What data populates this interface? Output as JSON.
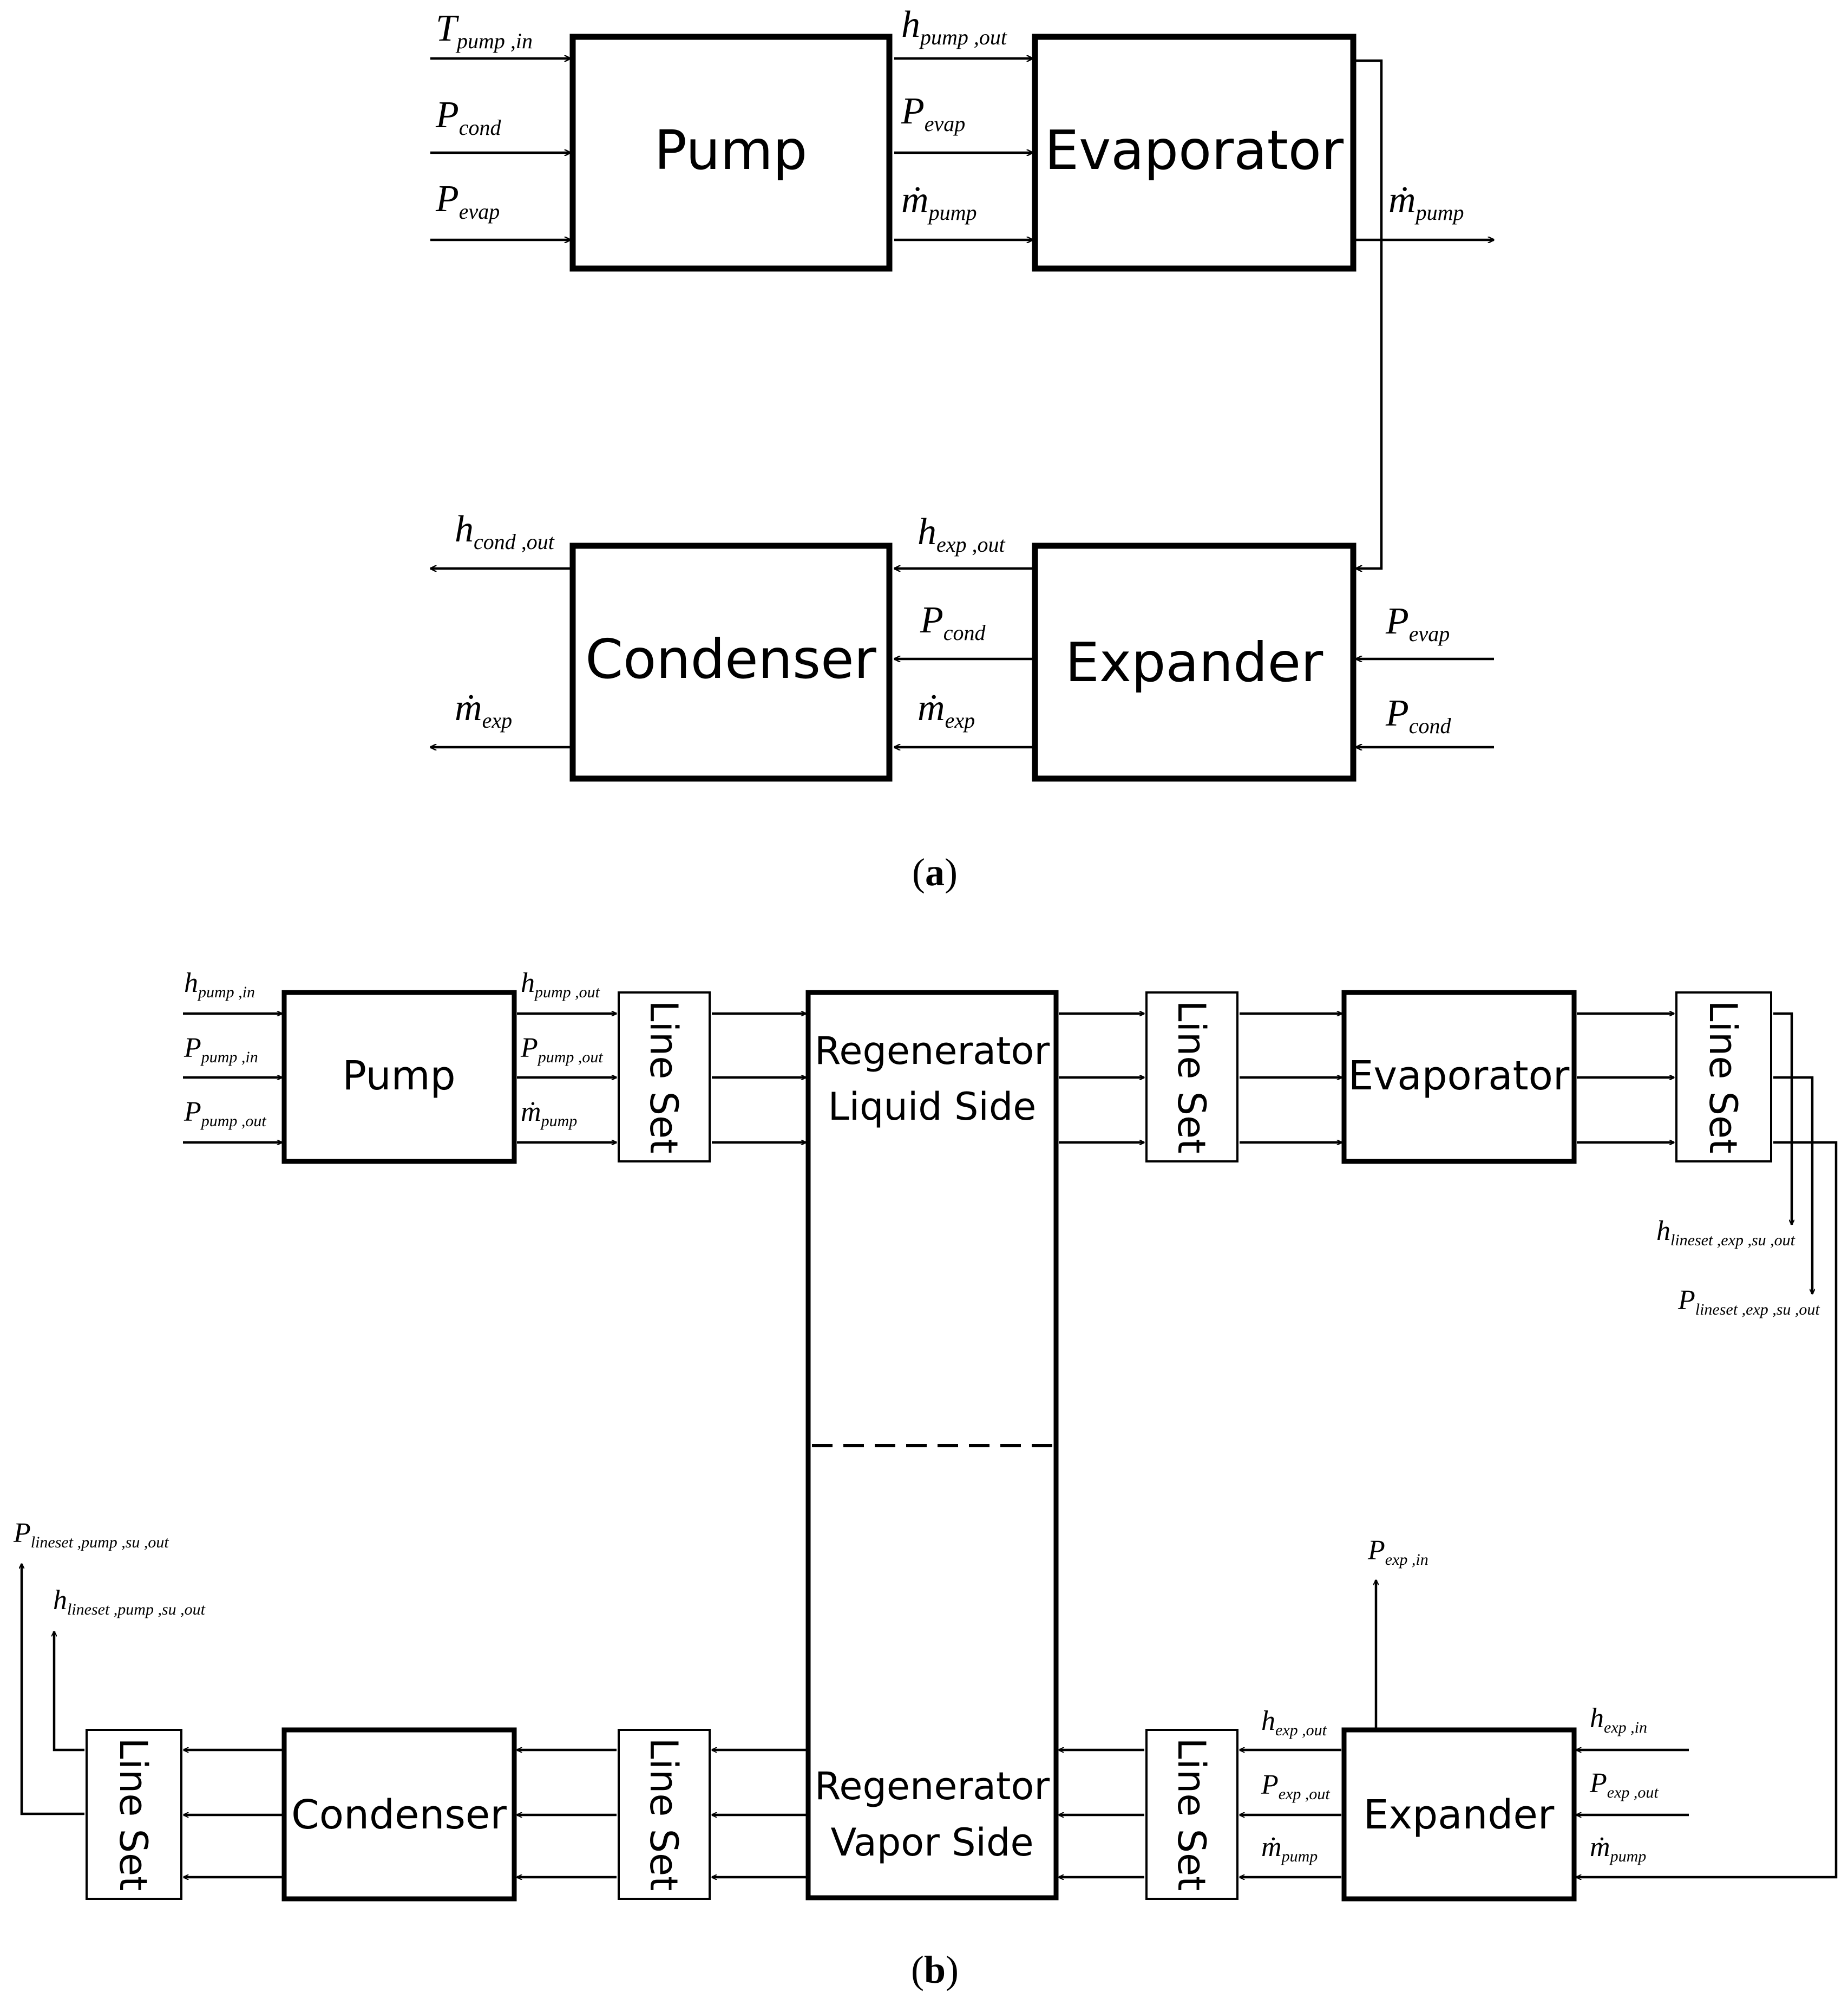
{
  "panel_a": {
    "caption_open": "(",
    "caption_letter": "a",
    "caption_close": ")",
    "pump": "Pump",
    "evaporator": "Evaporator",
    "condenser": "Condenser",
    "expander": "Expander",
    "in_1": {
      "main": "T",
      "sub": "pump ,in"
    },
    "in_2": {
      "main": "P",
      "sub": "cond"
    },
    "in_3": {
      "main": "P",
      "sub": "evap"
    },
    "mid_1": {
      "main": "h",
      "sub": "pump ,out"
    },
    "mid_2": {
      "main": "P",
      "sub": "evap"
    },
    "mid_3": {
      "main": "ṁ",
      "sub": "pump"
    },
    "evap_out": {
      "main": "ṁ",
      "sub": "pump"
    },
    "exp_in_1": {
      "main": "P",
      "sub": "evap"
    },
    "exp_in_2": {
      "main": "P",
      "sub": "cond"
    },
    "lower_1": {
      "main": "h",
      "sub": "exp ,out"
    },
    "lower_2": {
      "main": "P",
      "sub": "cond"
    },
    "lower_3": {
      "main": "ṁ",
      "sub": "exp"
    },
    "cond_out_1": {
      "main": "h",
      "sub": "cond ,out"
    },
    "cond_out_2": {
      "main": "ṁ",
      "sub": "exp"
    }
  },
  "panel_b": {
    "caption_open": "(",
    "caption_letter": "b",
    "caption_close": ")",
    "pump": "Pump",
    "line_set": "Line Set",
    "regen_liquid_1": "Regenerator",
    "regen_liquid_2": "Liquid Side",
    "regen_vapor_1": "Regenerator",
    "regen_vapor_2": "Vapor Side",
    "evaporator": "Evaporator",
    "expander": "Expander",
    "condenser": "Condenser",
    "pump_in_1": {
      "main": "h",
      "sub": "pump ,in"
    },
    "pump_in_2": {
      "main": "P",
      "sub": "pump ,in"
    },
    "pump_in_3": {
      "main": "P",
      "sub": "pump ,out"
    },
    "pump_out_1": {
      "main": "h",
      "sub": "pump ,out"
    },
    "pump_out_2": {
      "main": "P",
      "sub": "pump ,out"
    },
    "pump_out_3": {
      "main": "ṁ",
      "sub": "pump"
    },
    "ls3_out_1": {
      "main": "h",
      "sub": "lineset ,exp ,su ,out"
    },
    "ls3_out_2": {
      "main": "P",
      "sub": "lineset ,exp ,su ,out"
    },
    "exp_out_top": {
      "main": "P",
      "sub": "exp ,in"
    },
    "exp_in_1": {
      "main": "h",
      "sub": "exp ,in"
    },
    "exp_in_2": {
      "main": "P",
      "sub": "exp ,out"
    },
    "exp_in_3": {
      "main": "ṁ",
      "sub": "pump"
    },
    "exp_left_1": {
      "main": "h",
      "sub": "exp ,out"
    },
    "exp_left_2": {
      "main": "P",
      "sub": "exp ,out"
    },
    "exp_left_3": {
      "main": "ṁ",
      "sub": "pump"
    },
    "ls6_out_1": {
      "main": "P",
      "sub": "lineset ,pump ,su ,out"
    },
    "ls6_out_2": {
      "main": "h",
      "sub": "lineset ,pump ,su ,out"
    }
  }
}
